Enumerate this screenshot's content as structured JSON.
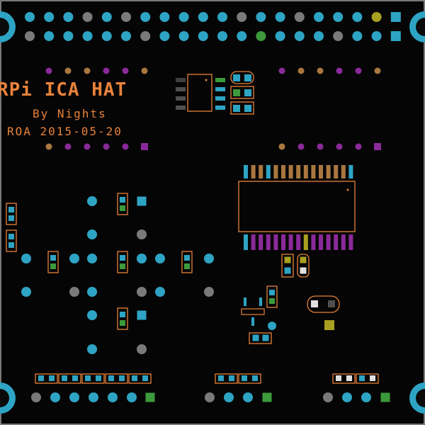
{
  "board": {
    "title": "RPi ICA HAT",
    "subtitle": "By Nights",
    "date_code": "ROA 2015-05-20"
  },
  "colors": {
    "background": "#050505",
    "silkscreen": "#e8823a",
    "pad_cyan": "#2ea4c4",
    "pad_gray": "#7a7a7a",
    "pad_green": "#3c9a3c",
    "pad_purple": "#8a2a9a",
    "pad_orange": "#a9773f",
    "pad_olive": "#a8a020",
    "outline": "#a0a0a0"
  },
  "icons": {
    "mounting_hole": "mounting-hole-icon"
  }
}
